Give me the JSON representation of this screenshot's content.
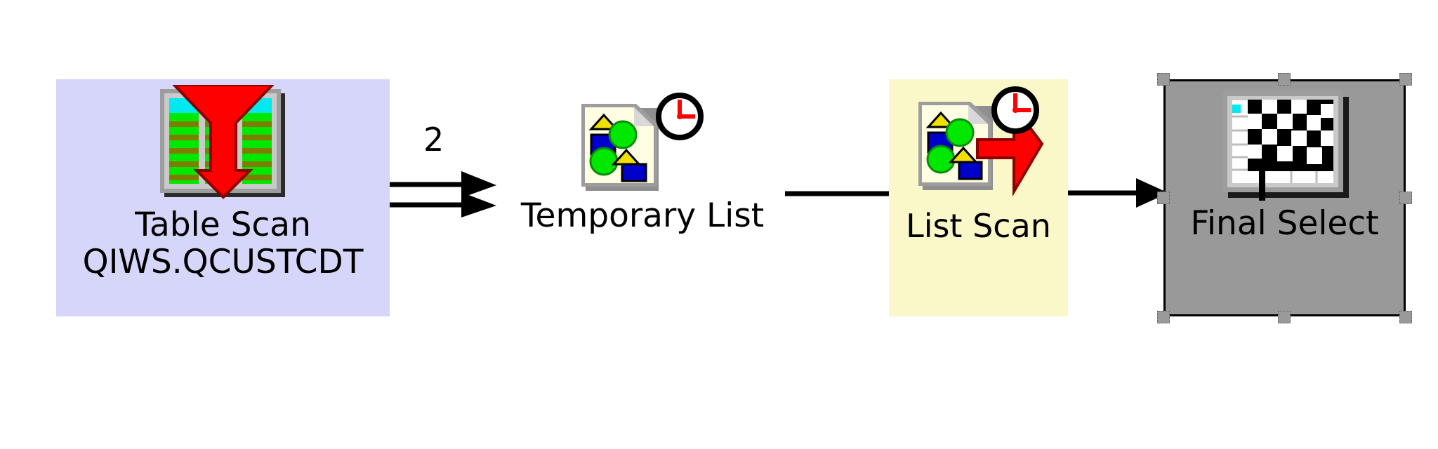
{
  "diagram": {
    "type": "query-access-plan",
    "background_color": "#ffffff",
    "nodes": [
      {
        "id": "table-scan",
        "label_line1": "Table Scan",
        "label_line2": "QIWS.QCUSTCDT",
        "fill_color": "#D6D6FA",
        "icon": "table-scan-icon",
        "selected": false
      },
      {
        "id": "temporary-list",
        "label_line1": "Temporary List",
        "label_line2": "",
        "fill_color": "transparent",
        "icon": "temporary-list-icon",
        "selected": false
      },
      {
        "id": "list-scan",
        "label_line1": "List Scan",
        "label_line2": "",
        "fill_color": "#FAF8C8",
        "icon": "list-scan-icon",
        "selected": false
      },
      {
        "id": "final-select",
        "label_line1": "Final Select",
        "label_line2": "",
        "fill_color": "#999999",
        "icon": "checkered-flag-icon",
        "selected": true
      }
    ],
    "edges": [
      {
        "id": "edge-table-scan-to-temporary-list",
        "from": "table-scan",
        "to": "temporary-list",
        "count_label": "2",
        "style": "double-line-double-arrow"
      },
      {
        "id": "edge-temporary-list-to-list-scan",
        "from": "temporary-list",
        "to": "list-scan",
        "count_label": "",
        "style": "plain-line"
      },
      {
        "id": "edge-list-scan-to-final-select",
        "from": "list-scan",
        "to": "final-select",
        "count_label": "",
        "style": "single-line-arrow"
      }
    ],
    "selection_handles": {
      "node": "final-select",
      "color": "#9A9A9A",
      "count": 6
    },
    "colors": {
      "lavender": "#D6D6FA",
      "pale_yellow": "#FAF8C8",
      "gray": "#999999",
      "arrow_black": "#000000",
      "icon_red": "#FF0000",
      "icon_green": "#00E800",
      "icon_cyan": "#00E8F0",
      "icon_blue": "#0000CC",
      "icon_yellow": "#F0E000"
    }
  }
}
